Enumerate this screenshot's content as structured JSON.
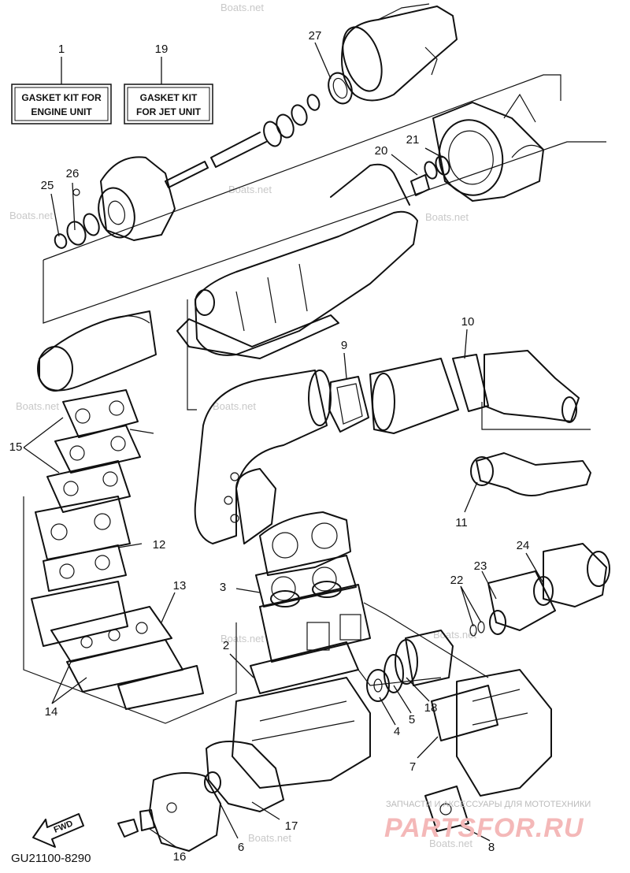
{
  "kits": [
    {
      "number": "1",
      "line1": "GASKET KIT FOR",
      "line2": "ENGINE UNIT"
    },
    {
      "number": "19",
      "line1": "GASKET KIT",
      "line2": "FOR JET UNIT"
    }
  ],
  "callouts": {
    "c27": "27",
    "c26": "26",
    "c25": "25",
    "c20": "20",
    "c21": "21",
    "c10": "10",
    "c9": "9",
    "c15": "15",
    "c11": "11",
    "c12": "12",
    "c24": "24",
    "c23": "23",
    "c22": "22",
    "c3": "3",
    "c13": "13",
    "c2": "2",
    "c18": "18",
    "c5": "5",
    "c4": "4",
    "c14": "14",
    "c7": "7",
    "c17": "17",
    "c8": "8",
    "c6": "6",
    "c16": "16"
  },
  "fwd_label": "FWD",
  "diagram_code": "GU21100-8290",
  "watermark_text": "Boats.net",
  "brand": {
    "tagline": "ЗАПЧАСТИ И АКСЕССУАРЫ ДЛЯ МОТОТЕХНИКИ",
    "name": "PARTSFOR.RU"
  }
}
